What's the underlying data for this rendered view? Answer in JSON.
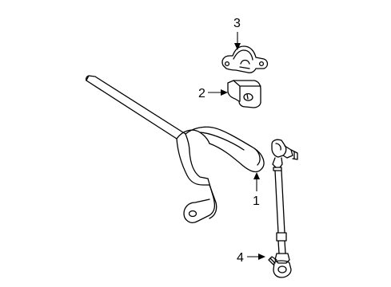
{
  "callouts": [
    {
      "id": "3",
      "label": "3"
    },
    {
      "id": "2",
      "label": "2"
    },
    {
      "id": "1",
      "label": "1"
    },
    {
      "id": "4",
      "label": "4"
    }
  ]
}
